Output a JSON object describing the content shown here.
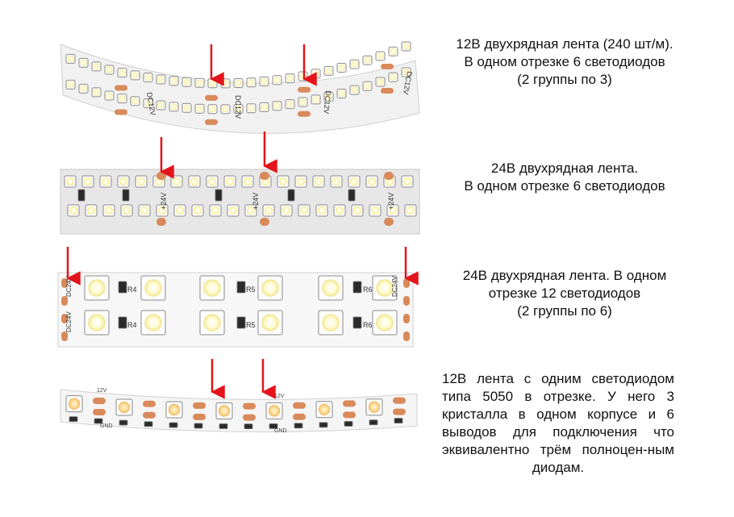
{
  "captions": {
    "strip_1": {
      "line_1": "12В двухрядная лента (240 шт/м).",
      "line_2": "В одном отрезке 6 светодиодов",
      "line_3": "(2 группы по 3)"
    },
    "strip_2": {
      "line_1": "24В двухрядная лента.",
      "line_2": "В одном отрезке 6 светодиодов"
    },
    "strip_3": {
      "line_1": "24В двухрядная лента. В одном",
      "line_2": "отрезке 12 светодиодов",
      "line_3": "(2 группы по 6)"
    },
    "strip_4": {
      "text": "12В лента с одним светодиодом типа 5050 в отрезке. У него 3 кристалла в одном корпусе и 6 выводов для подключения что эквивалентно трём  полноцен-ным диодам."
    }
  },
  "strip_labels": {
    "strip_1_voltage": "DC12V",
    "strip_2_voltage": "+24V",
    "strip_3_voltage": "DC24V",
    "strip_3_resistors": [
      "R4",
      "R5",
      "R6"
    ],
    "strip_4_voltage": "12V",
    "strip_4_ground": "GND"
  },
  "colors": {
    "cut_arrow": "#e3141b",
    "copper_pad": "#d98a5a",
    "strip_board": "#f4f4f4",
    "led_yellow": "#fff6a8",
    "led_warm": "#ffd98f",
    "text": "#111111"
  }
}
